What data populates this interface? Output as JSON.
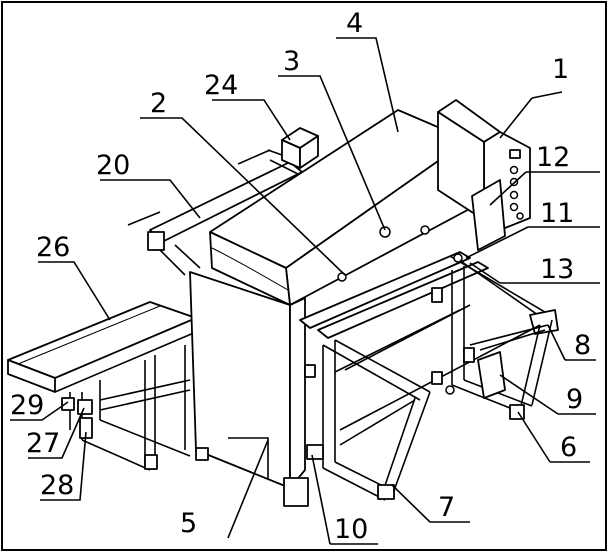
{
  "labels": [
    {
      "id": "1",
      "text": "1"
    },
    {
      "id": "2",
      "text": "2"
    },
    {
      "id": "3",
      "text": "3"
    },
    {
      "id": "4",
      "text": "4"
    },
    {
      "id": "5",
      "text": "5"
    },
    {
      "id": "6",
      "text": "6"
    },
    {
      "id": "7",
      "text": "7"
    },
    {
      "id": "8",
      "text": "8"
    },
    {
      "id": "9",
      "text": "9"
    },
    {
      "id": "10",
      "text": "10"
    },
    {
      "id": "11",
      "text": "11"
    },
    {
      "id": "12",
      "text": "12"
    },
    {
      "id": "13",
      "text": "13"
    },
    {
      "id": "20",
      "text": "20"
    },
    {
      "id": "24",
      "text": "24"
    },
    {
      "id": "26",
      "text": "26"
    },
    {
      "id": "27",
      "text": "27"
    },
    {
      "id": "28",
      "text": "28"
    },
    {
      "id": "29",
      "text": "29"
    }
  ]
}
